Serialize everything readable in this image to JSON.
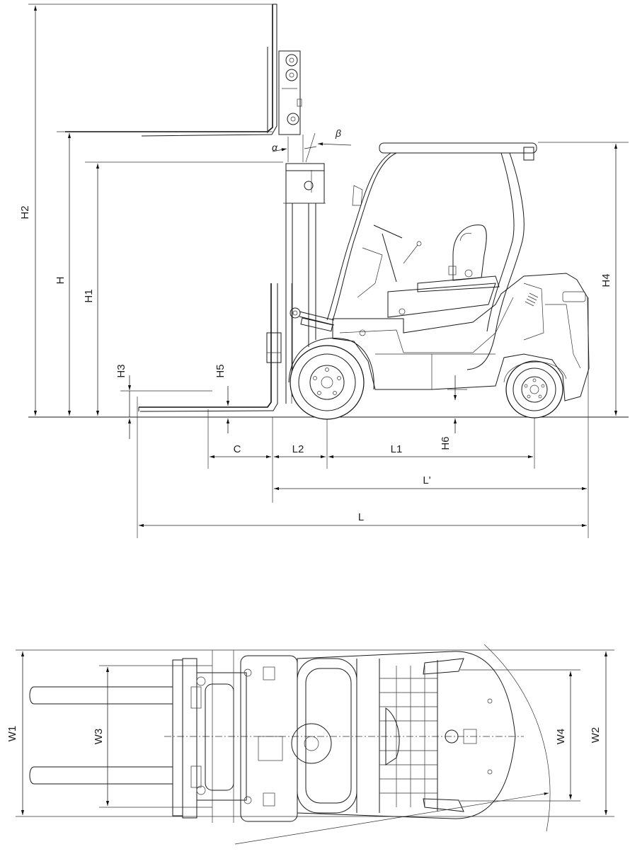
{
  "side_view": {
    "labels": {
      "H2": "H2",
      "H": "H",
      "H1": "H1",
      "H3": "H3",
      "H5": "H5",
      "H4": "H4",
      "H6": "H6",
      "C": "C",
      "L2": "L2",
      "L1": "L1",
      "L_prime": "L'",
      "L": "L",
      "alpha": "α",
      "beta": "β"
    }
  },
  "top_view": {
    "labels": {
      "W1": "W1",
      "W3": "W3",
      "W4": "W4",
      "W2": "W2"
    }
  }
}
